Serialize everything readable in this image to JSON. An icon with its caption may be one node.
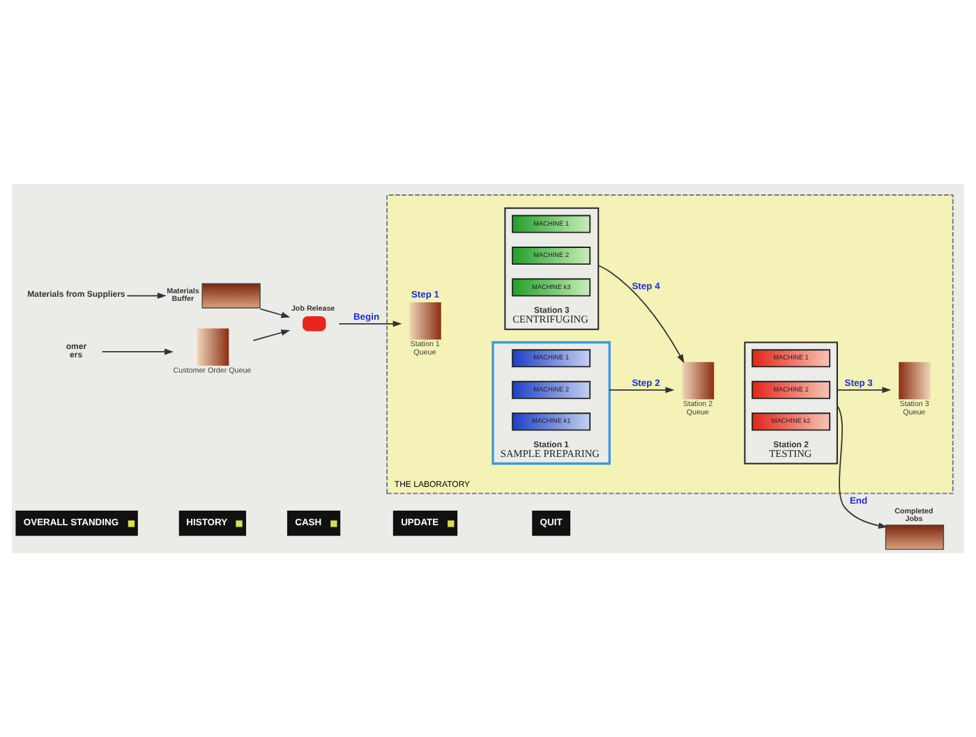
{
  "diagram": {
    "nodes": [
      {
        "text": [
          "Materials from Suppliers"
        ]
      },
      {
        "text": [
          "Materials Buffer"
        ]
      },
      {
        "text": [
          "omer ers"
        ]
      },
      {
        "text": [
          "Customer Order Queue"
        ]
      },
      {
        "text": [
          "Job Release"
        ]
      },
      {
        "text": [
          "THE LABORATORY"
        ]
      },
      {
        "text": [
          "Station 1 Queue"
        ],
        "beside": [
          "Step 1"
        ],
        "in": 5
      },
      {
        "text": [
          "Station 1",
          "SAMPLE PREPARING"
        ],
        "in": 5
      },
      {
        "text": [
          "MACHINE 1"
        ],
        "in": 7
      },
      {
        "text": [
          "MACHINE 2"
        ],
        "in": 7
      },
      {
        "text": [
          "MACHINE k1"
        ],
        "in": 7
      },
      {
        "text": [
          "Station 2 Queue"
        ],
        "in": 5
      },
      {
        "text": [
          "Station 2",
          "TESTING"
        ],
        "in": 5
      },
      {
        "text": [
          "MACHINE 1"
        ],
        "in": 12
      },
      {
        "text": [
          "MACHINE 2"
        ],
        "in": 12
      },
      {
        "text": [
          "MACHINE k2"
        ],
        "in": 12
      },
      {
        "text": [
          "Station 3 Queue"
        ],
        "in": 5
      },
      {
        "text": [
          "Station 3",
          "CENTRIFUGING"
        ],
        "in": 5
      },
      {
        "text": [
          "MACHINE 1"
        ],
        "in": 17
      },
      {
        "text": [
          "MACHINE 2"
        ],
        "in": 17
      },
      {
        "text": [
          "MACHINE k3"
        ],
        "in": 17
      },
      {
        "text": [
          "Completed Jobs"
        ]
      }
    ],
    "edges": [
      {
        "from": 0,
        "to": 1,
        "arrow": "to"
      },
      {
        "from": 2,
        "to": 3,
        "arrow": "to"
      },
      {
        "from": 1,
        "to": 4,
        "arrow": "to"
      },
      {
        "from": 3,
        "to": 4,
        "arrow": "to"
      },
      {
        "from": 4,
        "to": 6,
        "arrow": "to",
        "label": "Begin"
      },
      {
        "from": 7,
        "to": 11,
        "arrow": "to",
        "label": "Step 2"
      },
      {
        "from": 12,
        "to": 21,
        "arrow": "to",
        "label": "End"
      },
      {
        "from": 12,
        "to": 16,
        "arrow": "to",
        "label": "Step 3"
      },
      {
        "from": 17,
        "to": 11,
        "arrow": "to",
        "label": "Step 4"
      }
    ],
    "labels": [
      "OVERALL STANDING",
      "HISTORY",
      "CASH",
      "UPDATE",
      "QUIT"
    ]
  }
}
